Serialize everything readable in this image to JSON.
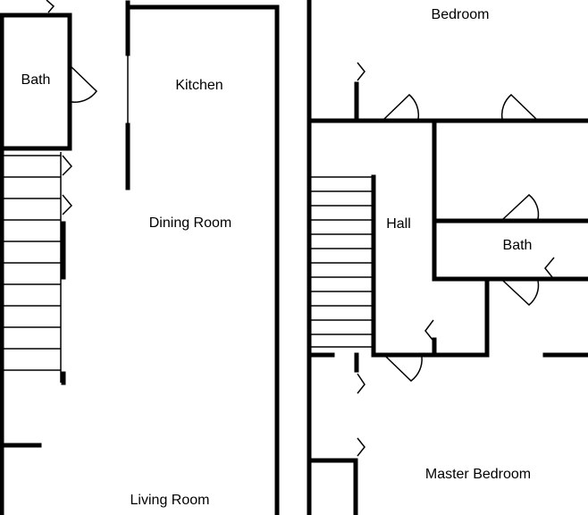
{
  "rooms": {
    "bath_left": "Bath",
    "kitchen": "Kitchen",
    "dining_room": "Dining Room",
    "living_room": "Living Room",
    "bedroom": "Bedroom",
    "hall": "Hall",
    "bath_right": "Bath",
    "master_bedroom": "Master Bedroom"
  }
}
